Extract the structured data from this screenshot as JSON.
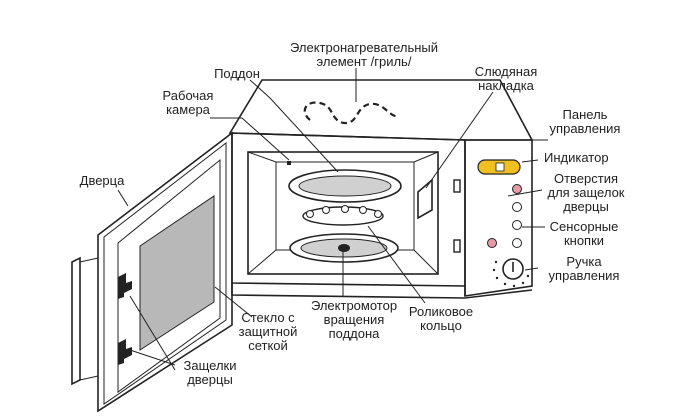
{
  "labels": {
    "heating_line1": "Электронагревательный",
    "heating_line2": "элемент /гриль/",
    "tray": "Поддон",
    "chamber_line1": "Рабочая",
    "chamber_line2": "камера",
    "mica_line1": "Слюдяная",
    "mica_line2": "накладка",
    "panel_line1": "Панель",
    "panel_line2": "управления",
    "indicator": "Индикатор",
    "latch_holes_line1": "Отверстия",
    "latch_holes_line2": "для защелок",
    "latch_holes_line3": "дверцы",
    "door": "Дверца",
    "sensor_line1": "Сенсорные",
    "sensor_line2": "кнопки",
    "knob_line1": "Ручка",
    "knob_line2": "управления",
    "glass_line1": "Стекло с",
    "glass_line2": "защитной",
    "glass_line3": "сеткой",
    "motor_line1": "Электромотор",
    "motor_line2": "вращения",
    "motor_line3": "поддона",
    "roller_line1": "Роликовое",
    "roller_line2": "кольцо",
    "latches_line1": "Защелки",
    "latches_line2": "дверцы"
  },
  "colors": {
    "line": "#222222",
    "glass": "#b8b8b8",
    "tray_fill": "#d0d0d0",
    "indicator": "#f0c020",
    "button_pink": "#e59aa8"
  }
}
